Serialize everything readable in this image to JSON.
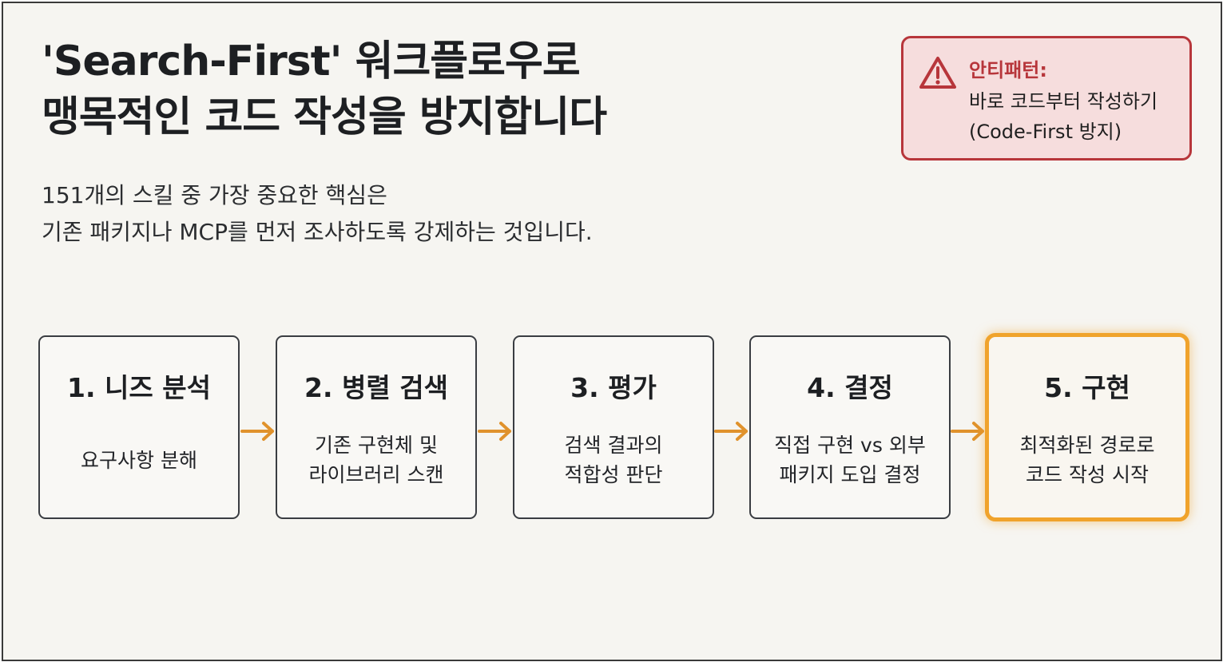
{
  "title": {
    "line1": "'Search-First' 워크플로우로",
    "line2": "맹목적인 코드 작성을 방지합니다"
  },
  "subtitle": {
    "line1": "151개의 스킬 중 가장 중요한 핵심은",
    "line2": "기존 패키지나 MCP를 먼저 조사하도록 강제하는 것입니다."
  },
  "warning": {
    "icon": "warning-triangle-icon",
    "title": "안티패턴:",
    "line1": "바로 코드부터 작성하기",
    "line2": "(Code-First 방지)"
  },
  "steps": [
    {
      "title": "1. 니즈 분석",
      "lines": [
        "요구사항 분해"
      ]
    },
    {
      "title": "2. 병렬 검색",
      "lines": [
        "기존 구현체 및",
        "라이브러리 스캔"
      ]
    },
    {
      "title": "3. 평가",
      "lines": [
        "검색 결과의",
        "적합성 판단"
      ]
    },
    {
      "title": "4. 결정",
      "lines": [
        "직접 구현 vs 외부",
        "패키지 도입 결정"
      ]
    },
    {
      "title": "5. 구현",
      "lines": [
        "최적화된 경로로",
        "코드 작성 시작"
      ]
    }
  ],
  "colors": {
    "background": "#f6f5f1",
    "warning_red": "#b7363b",
    "warning_fill": "#f6dddd",
    "accent_orange": "#f0a32c",
    "arrow_orange": "#e0922c",
    "text_dark": "#1d1f22"
  }
}
